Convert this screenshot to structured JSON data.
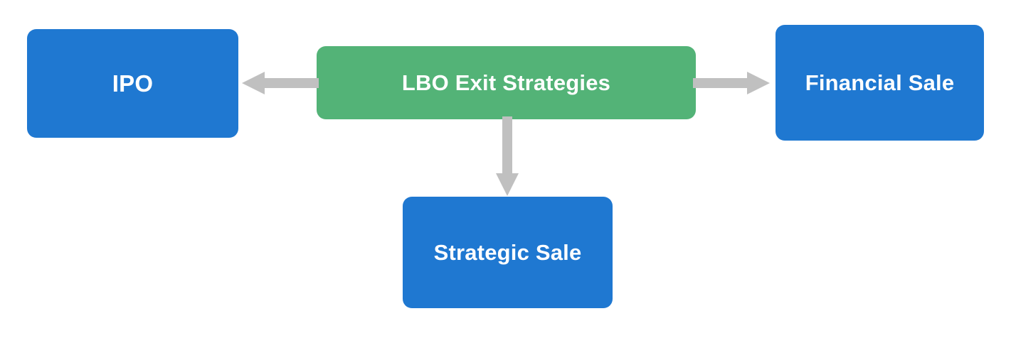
{
  "diagram": {
    "title": "LBO Exit Strategies",
    "type": "flow-diagram",
    "center_node": {
      "label": "LBO Exit Strategies",
      "color": "#53b377"
    },
    "nodes": [
      {
        "id": "ipo",
        "label": "IPO",
        "color": "#1f78d1",
        "position": "left"
      },
      {
        "id": "financial",
        "label": "Financial Sale",
        "color": "#1f78d1",
        "position": "right"
      },
      {
        "id": "strategic",
        "label": "Strategic Sale",
        "color": "#1f78d1",
        "position": "bottom"
      }
    ],
    "connectors": [
      {
        "id": "arrow-left",
        "from": "center",
        "to": "ipo",
        "direction": "left",
        "color": "#c0c0c0"
      },
      {
        "id": "arrow-right",
        "from": "center",
        "to": "financial",
        "direction": "right",
        "color": "#c0c0c0"
      },
      {
        "id": "arrow-down",
        "from": "center",
        "to": "strategic",
        "direction": "down",
        "color": "#c0c0c0"
      }
    ],
    "background_color": "#ffffff",
    "text_color": "#ffffff"
  }
}
